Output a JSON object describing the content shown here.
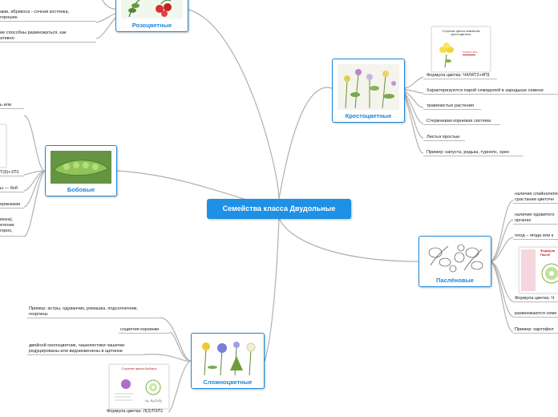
{
  "central": "Семейства класса Двудольные",
  "rosaceae": {
    "title": "Розоцветные",
    "leaves": [
      "ами, абрикоса - сочная костянка,",
      "  горошек.",
      "ие способны размножаться, как",
      "ативно"
    ]
  },
  "brassicaceae": {
    "title": "Крестоцветные",
    "thumb_title": "Строение цветка семейства крестоцветных",
    "leaves": [
      "Формула цветка: Ч4Л4Т2+4П1",
      "Характеризуются парой семядолей в зародыше семени",
      "травянистые растения",
      "Стержневая корневая система",
      "Листья простые",
      "Пример: капуста, редька, турнепс, хрен"
    ]
  },
  "fabaceae": {
    "title": "Бобовые",
    "leaves": [
      "ь или",
      "Т(9)+1П1",
      "ы — боб",
      "ержневая",
      "моха),",
      "етение",
      "горох,"
    ]
  },
  "solanaceae": {
    "title": "Паслёновые",
    "thumb_title": "Формула Паслё",
    "leaves": [
      "наличие спайнолепе",
      "срастании цветочн",
      "наличие ядовитого",
      "органах",
      "плод – ягода или к",
      "Формула цветка: Ч",
      "размножаются семе",
      "Пример: картофел"
    ]
  },
  "asteraceae": {
    "title": "Сложноцветные",
    "thumb_title": "Строение цветка Бобовых",
    "leaves": [
      "Пример: астры, одуванчик, ромашка, подсолнечник,",
      "георгины",
      "соцветия корзинки",
      "двойной околоцветник,  чашелистики чашечки",
      "редуцированы или видоизменены в щетинки",
      "Формула цветка: Л(3)ТОП1"
    ]
  },
  "colors": {
    "accent": "#1d87d8",
    "central_fill": "#1e90e6",
    "edge": "#aaaaaa"
  }
}
